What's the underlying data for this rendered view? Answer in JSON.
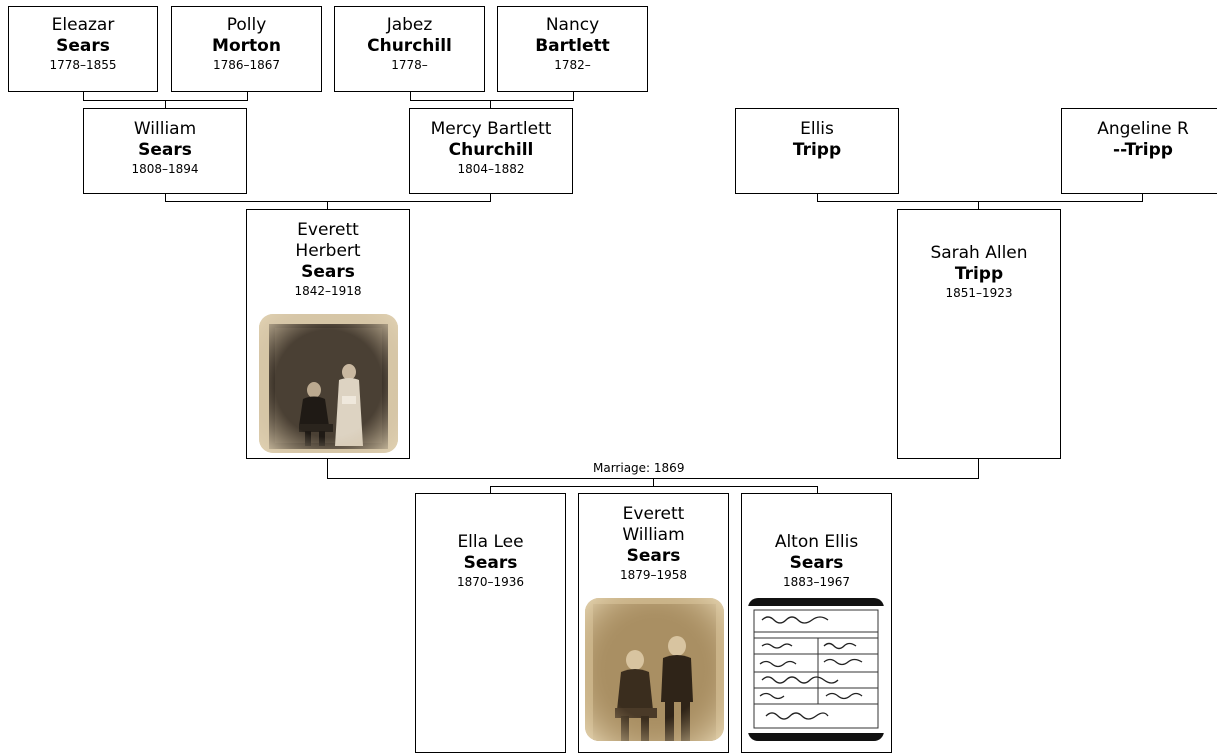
{
  "tree": {
    "marriage_label": "Marriage: 1869",
    "gen1": [
      {
        "given": "Eleazar",
        "surname": "Sears",
        "dates": "1778–1855"
      },
      {
        "given": "Polly",
        "surname": "Morton",
        "dates": "1786–1867"
      },
      {
        "given": "Jabez",
        "surname": "Churchill",
        "dates": "1778–"
      },
      {
        "given": "Nancy",
        "surname": "Bartlett",
        "dates": "1782–"
      }
    ],
    "gen2": [
      {
        "given": "William",
        "surname": "Sears",
        "dates": "1808–1894"
      },
      {
        "given": "Mercy Bartlett",
        "surname": "Churchill",
        "dates": "1804–1882"
      },
      {
        "given": "Ellis",
        "surname": "Tripp",
        "dates": ""
      },
      {
        "given": "Angeline R",
        "surname": "--Tripp",
        "dates": ""
      }
    ],
    "parents": [
      {
        "given_1": "Everett",
        "given_2": "Herbert",
        "surname": "Sears",
        "dates": "1842–1918",
        "photo": "couple-photo"
      },
      {
        "given": "Sarah Allen",
        "surname": "Tripp",
        "dates": "1851–1923"
      }
    ],
    "children": [
      {
        "given": "Ella Lee",
        "surname": "Sears",
        "dates": "1870–1936"
      },
      {
        "given_1": "Everett",
        "given_2": "William",
        "surname": "Sears",
        "dates": "1879–1958",
        "photo": "boys-photo"
      },
      {
        "given": "Alton Ellis",
        "surname": "Sears",
        "dates": "1883–1967",
        "photo": "document-photo"
      }
    ]
  }
}
